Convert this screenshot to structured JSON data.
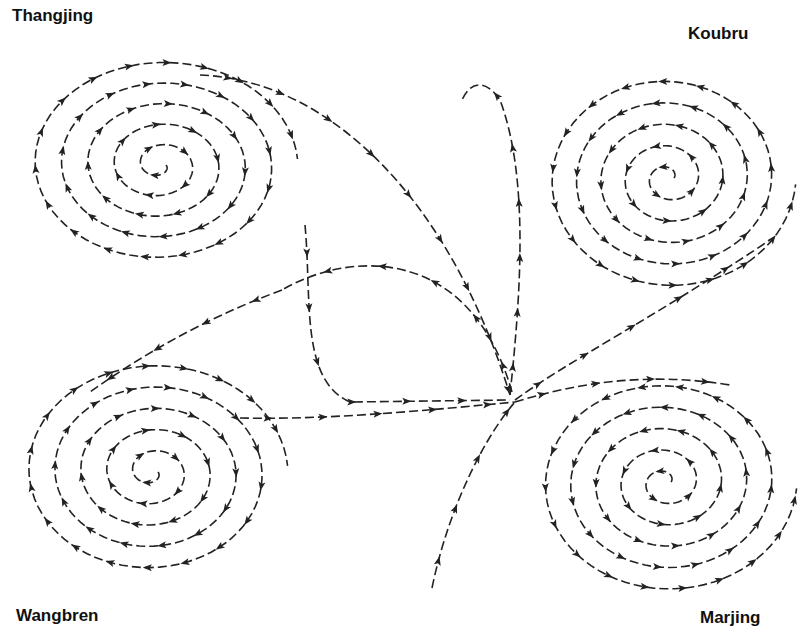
{
  "diagram": {
    "labels": [
      "Thangjing",
      "Koubru",
      "Wangbren",
      "Marjing"
    ]
  }
}
